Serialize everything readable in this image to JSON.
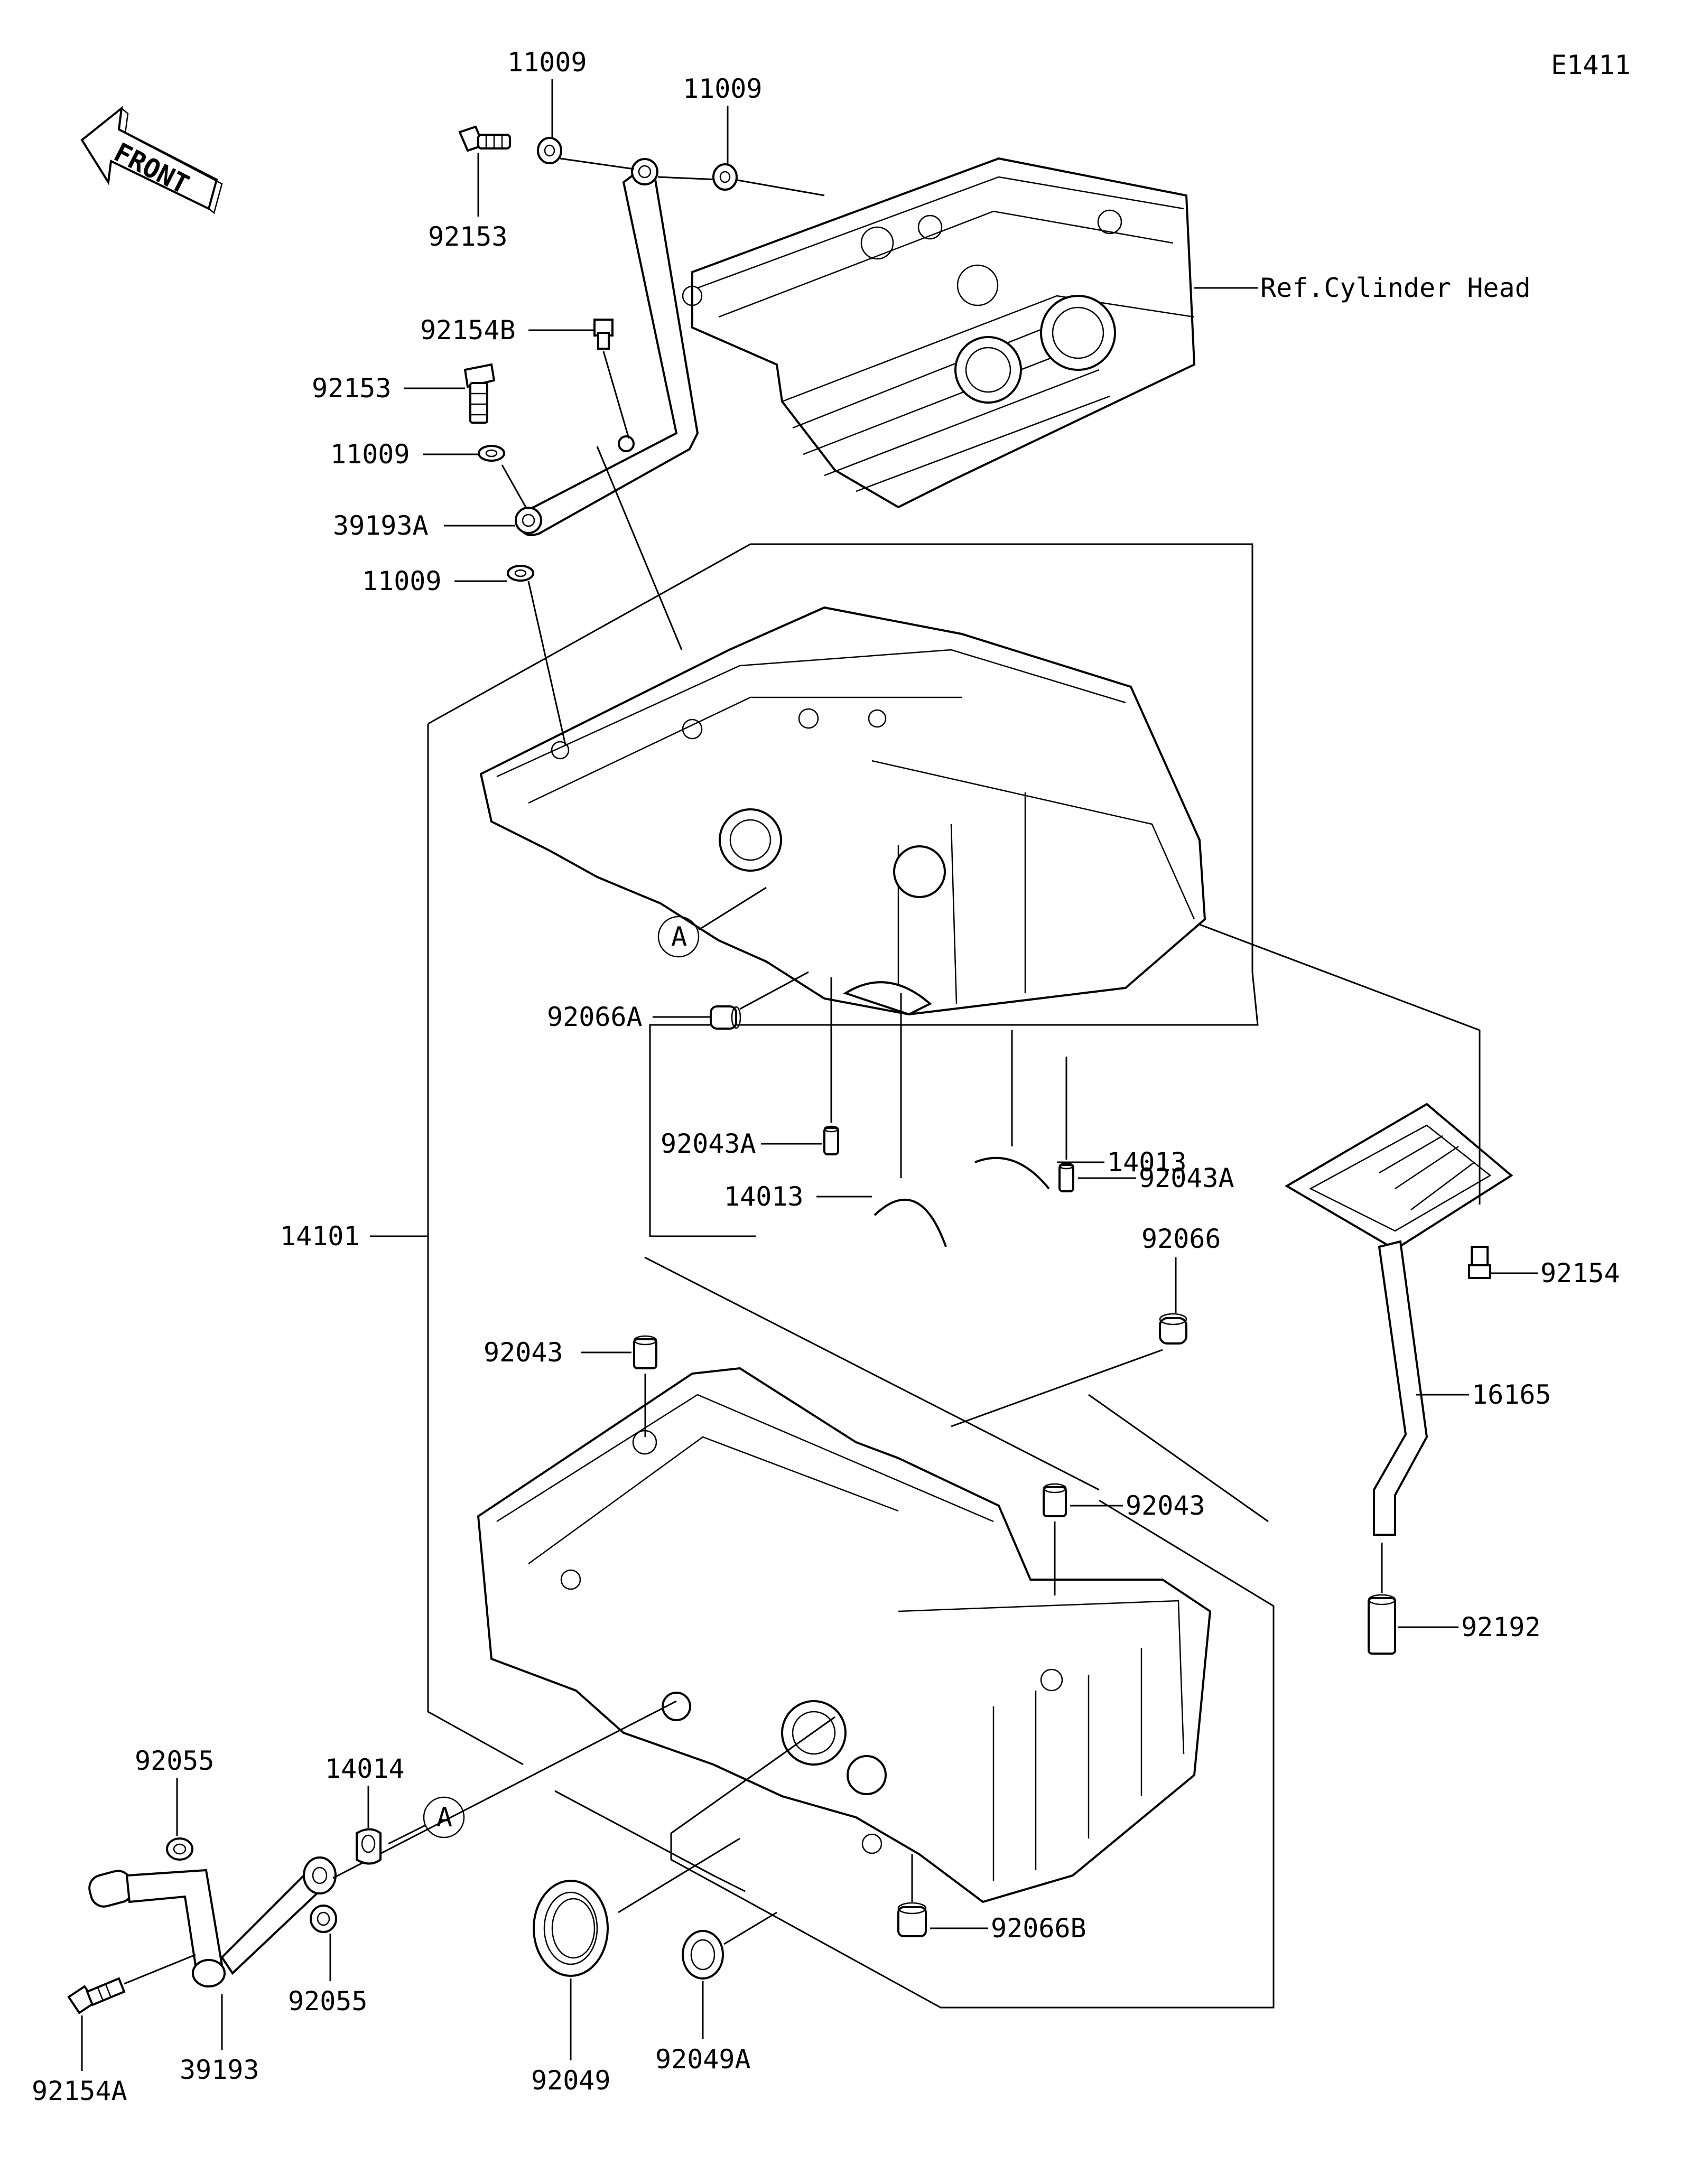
{
  "diagram_code": "E1411",
  "front_label": "FRONT",
  "callout_a": "A",
  "ref_label": "Ref.Cylinder Head",
  "part_labels": {
    "p11009_a": "11009",
    "p11009_b": "11009",
    "p92153_a": "92153",
    "p92154b": "92154B",
    "p92153_b": "92153",
    "p11009_c": "11009",
    "p39193a": "39193A",
    "p11009_d": "11009",
    "p92066a": "92066A",
    "p92043a_r": "92043A",
    "p92043a_l": "92043A",
    "p14013_r": "14013",
    "p14013_l": "14013",
    "p14101": "14101",
    "p92066": "92066",
    "p92154": "92154",
    "p92043_l": "92043",
    "p16165": "16165",
    "p92043_r": "92043",
    "p92192": "92192",
    "p92055_a": "92055",
    "p14014": "14014",
    "p92055_b": "92055",
    "p92066b": "92066B",
    "p92154a": "92154A",
    "p39193": "39193",
    "p92049": "92049",
    "p92049a": "92049A"
  }
}
